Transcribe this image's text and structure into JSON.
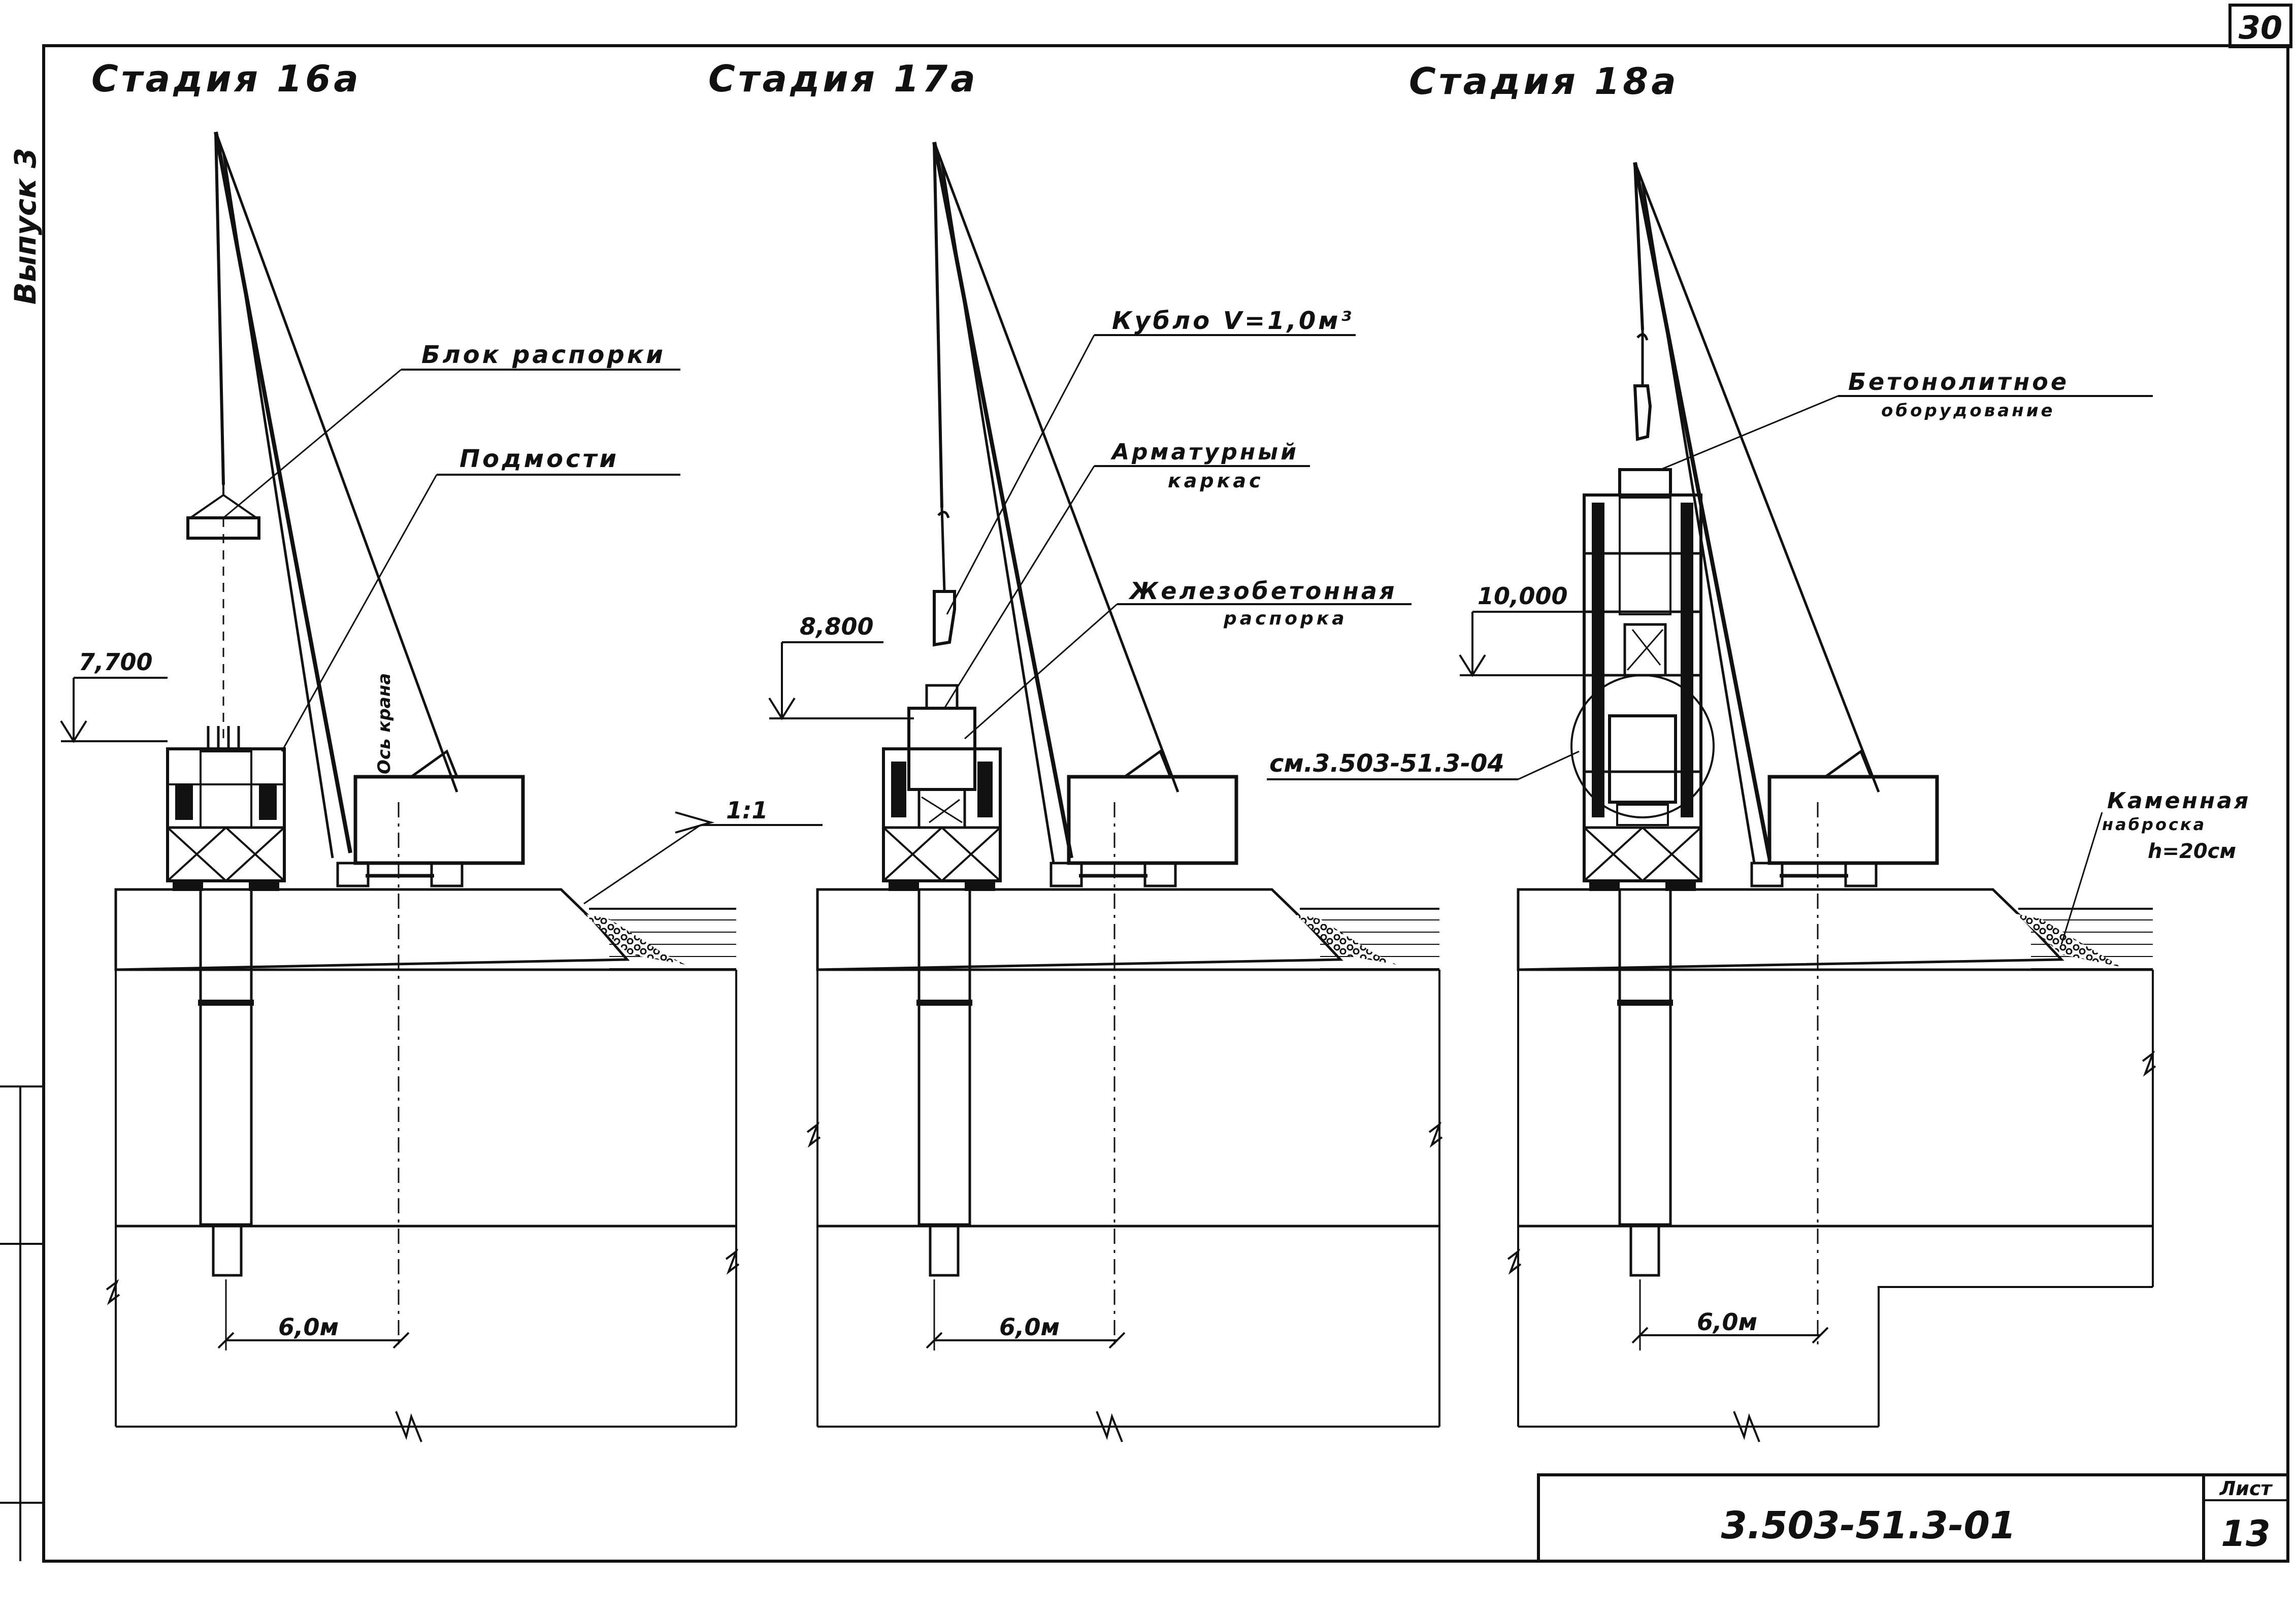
{
  "sheet": {
    "corner_number": "30",
    "side_label": "Выпуск 3",
    "code": "3.503-51.3-01",
    "sheet_label": "Лист",
    "sheet_number": "13"
  },
  "stages": [
    {
      "title": "Стадия 16а",
      "elevation": "7,700",
      "span": "6,0м",
      "callouts": {
        "block": "Блок распорки",
        "scaffold": "Подмости",
        "crane_axis": "Ось крана",
        "slope": "1:1"
      }
    },
    {
      "title": "Стадия 17а",
      "elevation": "8,800",
      "span": "6,0м",
      "callouts": {
        "bucket": "Кубло V=1,0м³",
        "cage_line1": "Арматурный",
        "cage_line2": "каркас",
        "strut_line1": "Железобетонная",
        "strut_line2": "распорка"
      }
    },
    {
      "title": "Стадия 18а",
      "elevation": "10,000",
      "span": "6,0м",
      "callouts": {
        "equip_line1": "Бетонолитное",
        "equip_line2": "оборудование",
        "ref": "см.3.503-51.3-04",
        "stone_line1": "Каменная",
        "stone_line2": "наброска",
        "stone_line3": "h=20см"
      }
    }
  ]
}
